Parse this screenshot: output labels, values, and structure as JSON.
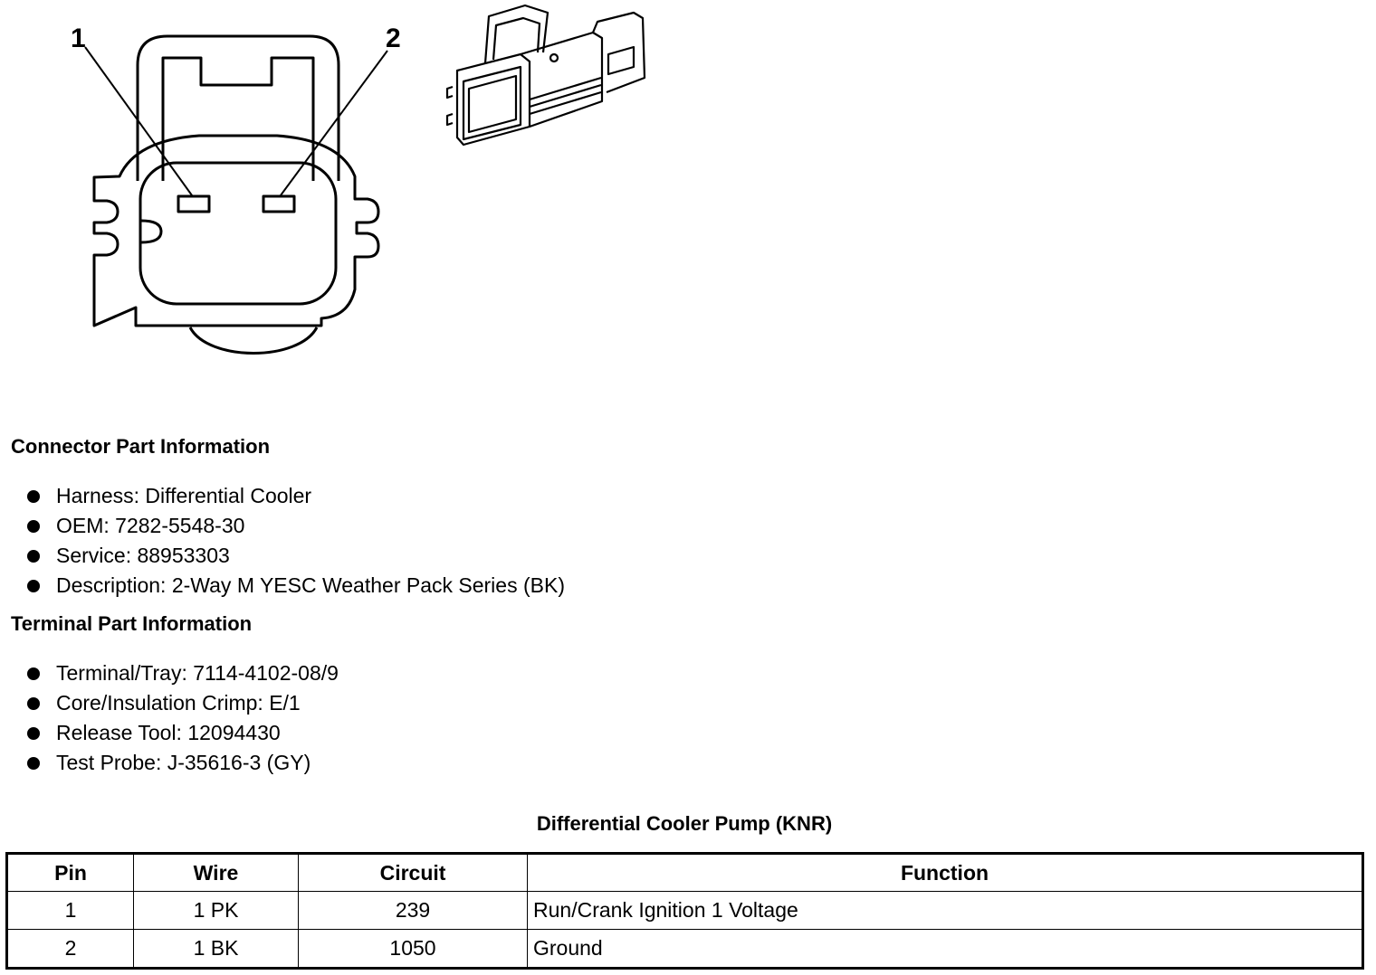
{
  "diagram": {
    "pin_labels": [
      "1",
      "2"
    ]
  },
  "connector_section": {
    "title": "Connector Part Information",
    "items": [
      "Harness: Differential Cooler",
      "OEM: 7282-5548-30",
      "Service: 88953303",
      "Description: 2-Way M YESC Weather Pack Series (BK)"
    ]
  },
  "terminal_section": {
    "title": "Terminal Part Information",
    "items": [
      "Terminal/Tray: 7114-4102-08/9",
      "Core/Insulation Crimp: E/1",
      "Release Tool: 12094430",
      "Test Probe: J-35616-3 (GY)"
    ]
  },
  "pin_table": {
    "title": "Differential Cooler Pump (KNR)",
    "headers": [
      "Pin",
      "Wire",
      "Circuit",
      "Function"
    ],
    "rows": [
      [
        "1",
        "1 PK",
        "239",
        "Run/Crank Ignition 1 Voltage"
      ],
      [
        "2",
        "1 BK",
        "1050",
        "Ground"
      ]
    ]
  }
}
